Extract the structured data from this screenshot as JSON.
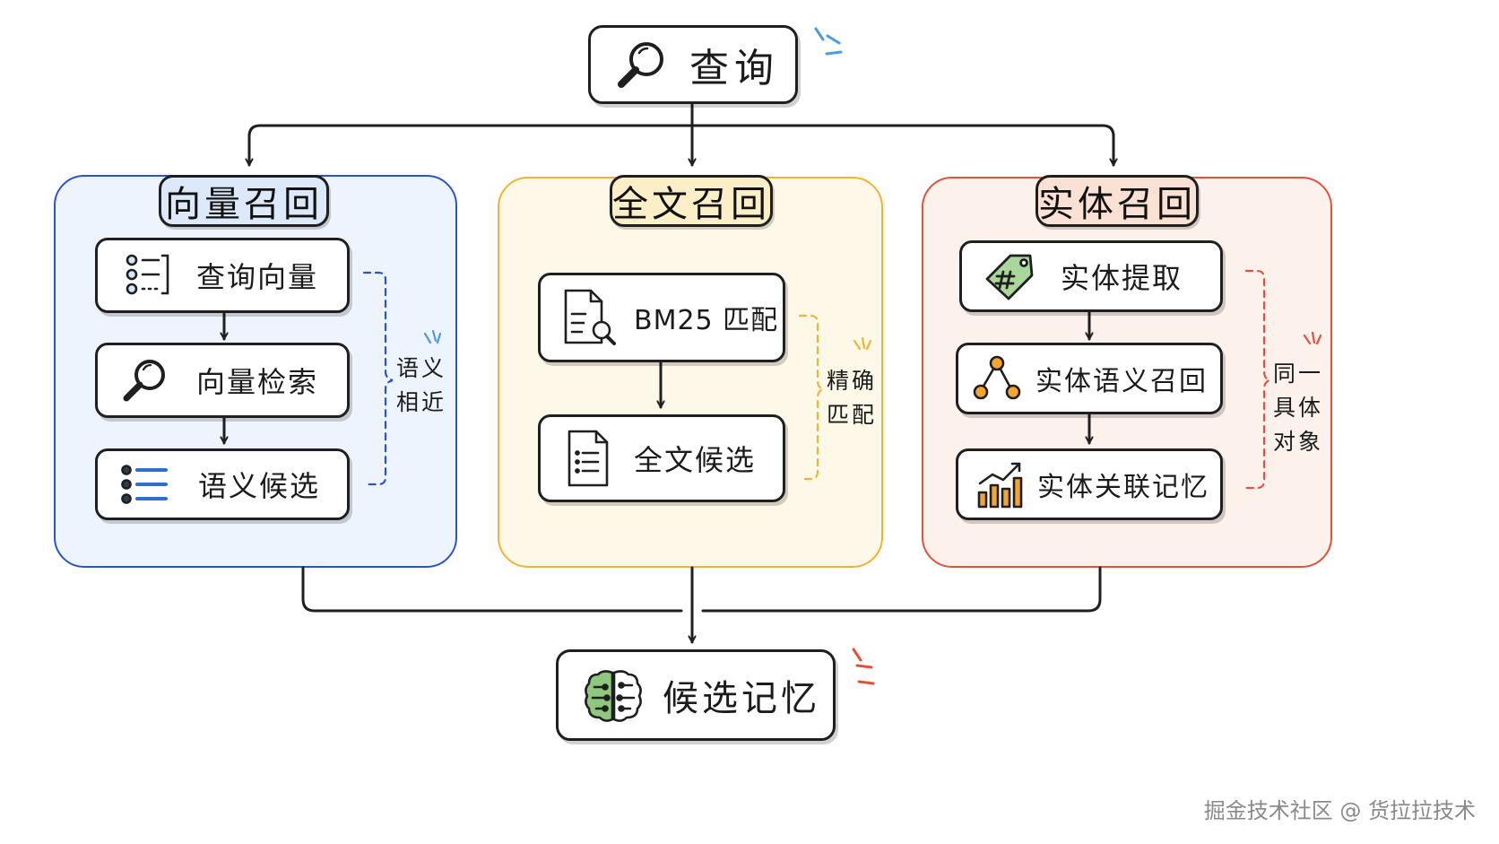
{
  "colors": {
    "ink": "#1f1f1f",
    "vector_border": "#2b54c8",
    "vector_fill": "#eef4fd",
    "vector_title_fill": "#dbe9fa",
    "fulltext_border": "#f0b430",
    "fulltext_fill": "#fef8e8",
    "fulltext_title_fill": "#fcefc8",
    "entity_border": "#e2533a",
    "entity_fill": "#fdf1ec",
    "entity_title_fill": "#fbe1d3",
    "brain_green": "#8ec77d",
    "tag_green": "#a9d69a",
    "chart_orange": "#f2a531"
  },
  "query": {
    "label": "查询",
    "icon": "magnifier-icon"
  },
  "vector": {
    "title": "向量召回",
    "steps": [
      {
        "label": "查询向量",
        "icon": "list-dots-icon"
      },
      {
        "label": "向量检索",
        "icon": "magnifier-icon"
      },
      {
        "label": "语义候选",
        "icon": "bullet-list-icon"
      }
    ],
    "note": [
      "语义",
      "相近"
    ]
  },
  "fulltext": {
    "title": "全文召回",
    "steps": [
      {
        "label": "BM25 匹配",
        "icon": "document-search-icon"
      },
      {
        "label": "全文候选",
        "icon": "document-list-icon"
      }
    ],
    "note": [
      "精确",
      "匹配"
    ]
  },
  "entity": {
    "title": "实体召回",
    "steps": [
      {
        "label": "实体提取",
        "icon": "hash-tag-icon"
      },
      {
        "label": "实体语义召回",
        "icon": "graph-nodes-icon"
      },
      {
        "label": "实体关联记忆",
        "icon": "bar-chart-icon"
      }
    ],
    "note": [
      "同一",
      "具体",
      "对象"
    ]
  },
  "result": {
    "label": "候选记忆",
    "icon": "brain-icon"
  },
  "watermark": "掘金技术社区 @ 货拉拉技术"
}
